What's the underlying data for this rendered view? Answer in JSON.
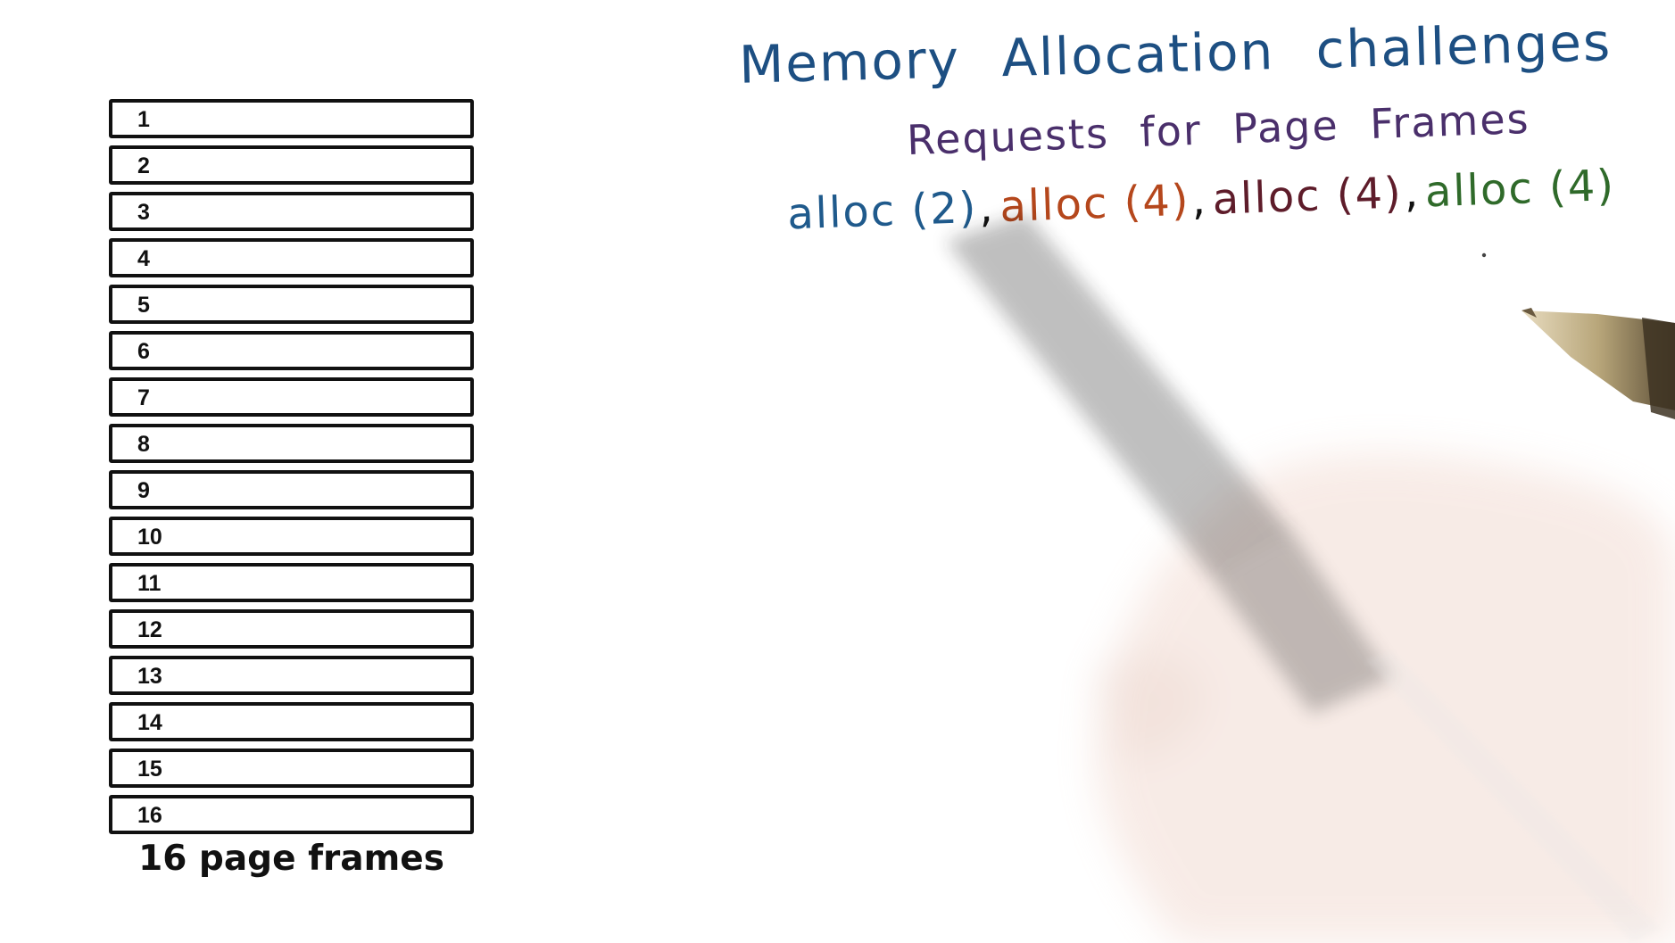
{
  "title": "Memory Allocation challenges",
  "subtitle": "Requests for Page Frames",
  "requests": [
    {
      "label": "alloc (2)",
      "color": "#1f5a8c",
      "sep": ","
    },
    {
      "label": "alloc (4)",
      "color": "#b5471c",
      "sep": ","
    },
    {
      "label": "alloc (4)",
      "color": "#5e1c2a",
      "sep": ","
    },
    {
      "label": "alloc (4)",
      "color": "#2f6a2a",
      "sep": ""
    }
  ],
  "frames": {
    "labels": [
      "1",
      "2",
      "3",
      "4",
      "5",
      "6",
      "7",
      "8",
      "9",
      "10",
      "11",
      "12",
      "13",
      "14",
      "15",
      "16"
    ],
    "caption": "16 page frames"
  }
}
